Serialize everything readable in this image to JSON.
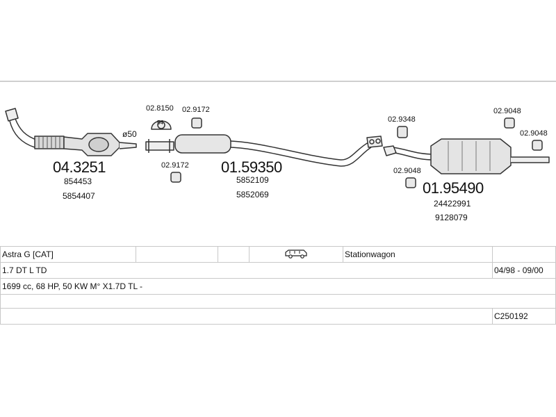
{
  "diagram": {
    "parts": [
      {
        "number": "04.3251",
        "refs": [
          "854453",
          "5854407"
        ]
      },
      {
        "number": "01.59350",
        "refs": [
          "5852109",
          "5852069"
        ]
      },
      {
        "number": "01.95490",
        "refs": [
          "24422991",
          "9128079"
        ]
      }
    ],
    "pipe_diameter": "ø50",
    "clamp_size": "54",
    "small_parts": {
      "p1": "02.8150",
      "p2": "02.9172",
      "p3": "02.9172",
      "p4": "02.9348",
      "p5": "02.9048",
      "p6": "02.9048",
      "p7": "02.9048"
    }
  },
  "vehicle": {
    "model": "Astra G  [CAT]",
    "body_type": "Stationwagon",
    "body_icon": "station-wagon-icon",
    "engine": "1.7 DT L TD",
    "date_range": "04/98 - 09/00",
    "spec": "1699 cc, 68 HP, 50 KW M° X1.7D TL -",
    "code": "C250192"
  }
}
